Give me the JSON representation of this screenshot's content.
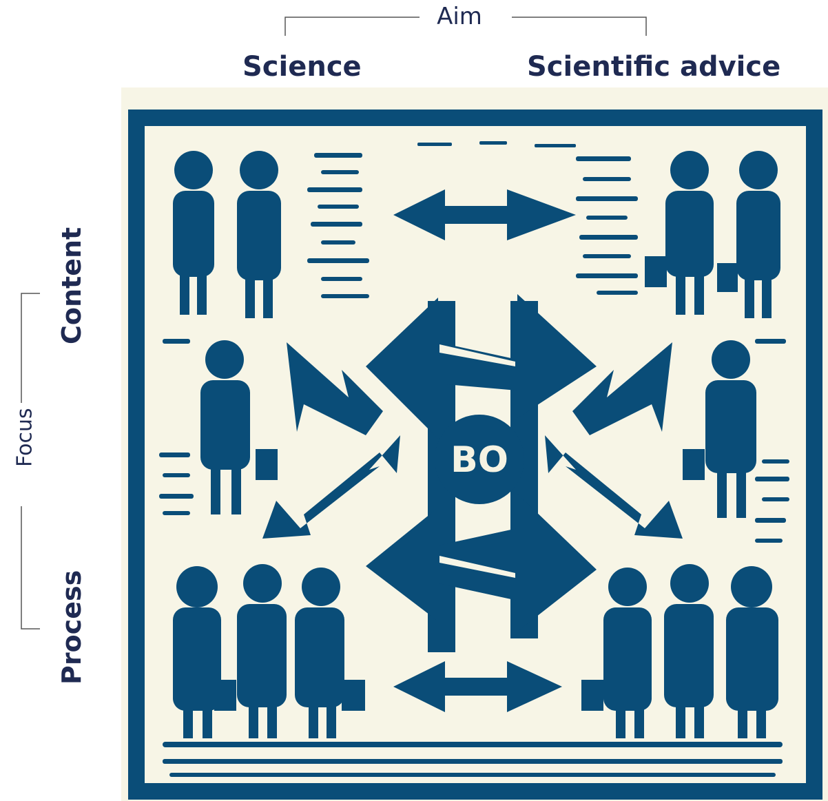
{
  "header": {
    "aim_label": "Aim",
    "columns": [
      "Science",
      "Scientific advice"
    ]
  },
  "side": {
    "focus_label": "Focus",
    "rows": [
      "Content",
      "Process"
    ]
  },
  "center": {
    "label": "BO"
  },
  "colors": {
    "ink": "#0a4d78",
    "paper": "#f7f5e6",
    "label_text": "#1f2a52"
  }
}
